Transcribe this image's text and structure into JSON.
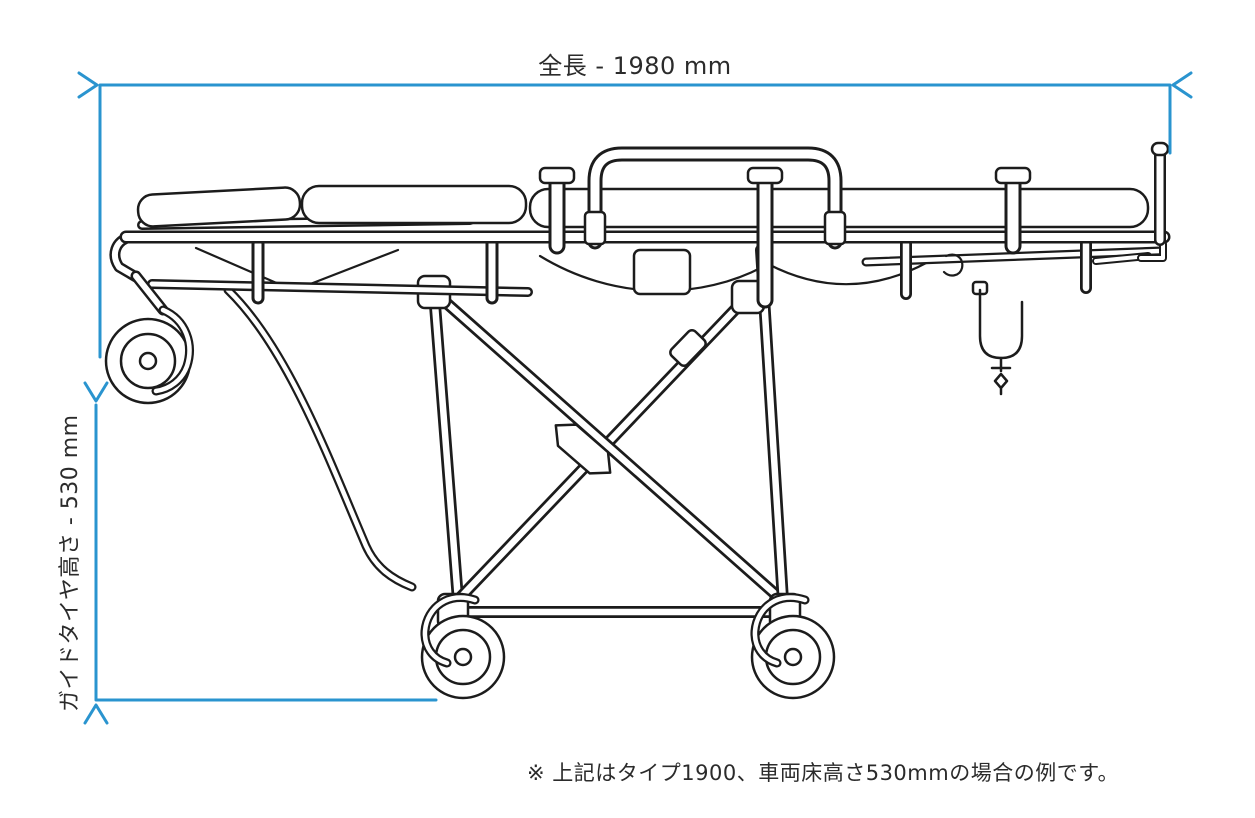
{
  "colors": {
    "dimension_line": "#2a94cf",
    "drawing_stroke": "#1c1c1c",
    "text": "#2b2b2b"
  },
  "dimensions": {
    "overall_length": {
      "label": "全長 - 1980 mm",
      "value": 1980,
      "unit": "mm"
    },
    "guide_tire_height": {
      "label": "ガイドタイヤ高さ - 530 mm",
      "value": 530,
      "unit": "mm"
    }
  },
  "note": {
    "text": "※ 上記はタイプ1900、車両床高さ530mmの場合の例です。"
  },
  "drawing": {
    "subject": "ambulance stretcher side view line drawing"
  }
}
